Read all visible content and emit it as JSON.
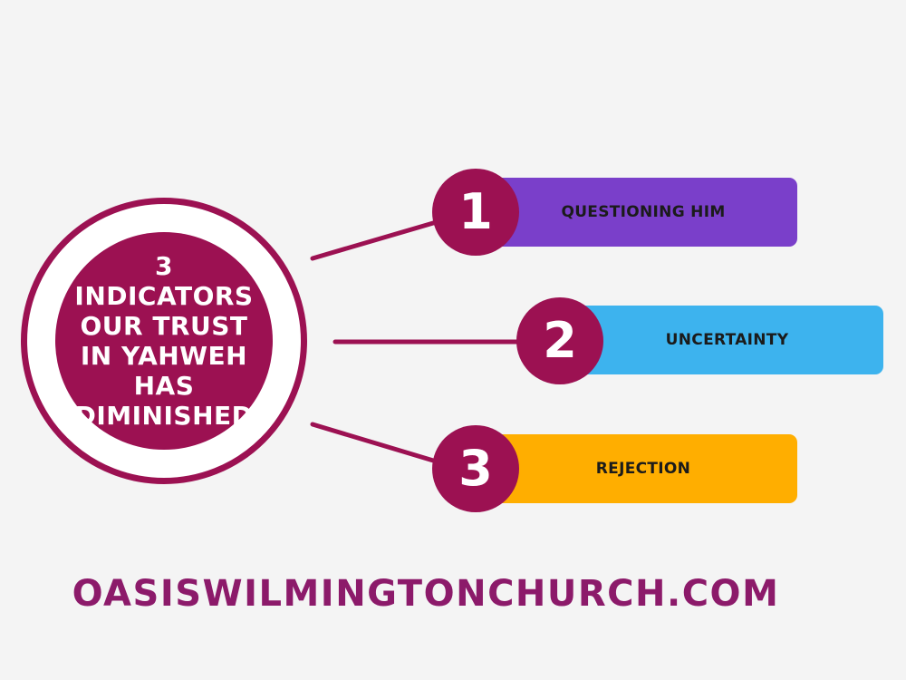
{
  "center": {
    "title": "3 INDICATORS OUR TRUST IN YAHWEH HAS DIMINISHED"
  },
  "items": [
    {
      "number": "1",
      "label": "QUESTIONING HIM"
    },
    {
      "number": "2",
      "label": "UNCERTAINTY"
    },
    {
      "number": "3",
      "label": "REJECTION"
    }
  ],
  "footer": {
    "url": "OASISWILMINGTONCHURCH.COM"
  },
  "colors": {
    "background": "#f4f4f4",
    "accent": "#9c1152",
    "item1": "#7a3fca",
    "item2": "#3db3ee",
    "item3": "#ffae00",
    "footer": "#8c1a6a"
  }
}
